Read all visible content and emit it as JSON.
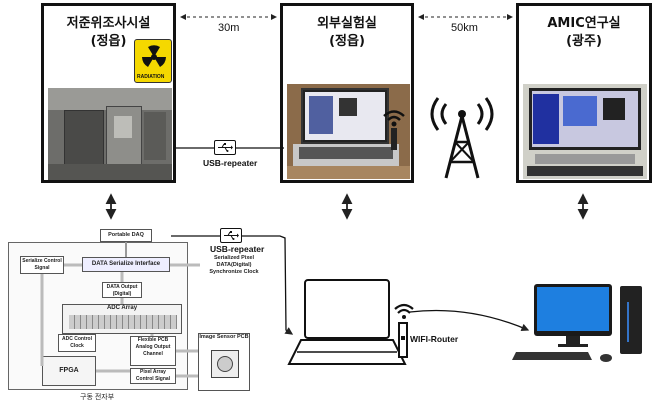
{
  "panels": {
    "left": {
      "title_line1": "저준위조사시설",
      "title_line2": "(정읍)",
      "radiation_label": "RADIATION"
    },
    "middle": {
      "title_line1": "외부실험실",
      "title_line2": "(정읍)"
    },
    "right": {
      "title_line1": "AMIC연구실",
      "title_line2": "(광주)"
    }
  },
  "distances": {
    "left_middle": "30m",
    "middle_right": "50km"
  },
  "usb_repeater_top": "USB-repeater",
  "usb_repeater_bottom": "USB-repeater",
  "wifi_router": "WIFI-Router",
  "electronics": {
    "caption": "구동 전자부",
    "portable_daq": "Portable DAQ",
    "serialize_control": "Serialize Control Signal",
    "data_serialize_interface": "DATA Serialize Interface",
    "serialized_pixel_data": "Serialized Pixel DATA(Digital) Synchronize Clock",
    "data_output": "DATA Output (Digital)",
    "adc_array": "ADC Array",
    "adc_control_clock": "ADC Control Clock",
    "flexible_pcb": "Flexible PCB",
    "analog_output_channel": "Analog Output Channel",
    "image_sensor_pcb": "Image Sensor PCB",
    "fpga": "FPGA",
    "pixel_array_control": "Pixel Array Control Signal"
  },
  "colors": {
    "border": "#111111",
    "arrow": "#222222",
    "photo_bg": "#7c7c78",
    "radiation_yellow": "#f5d800"
  }
}
